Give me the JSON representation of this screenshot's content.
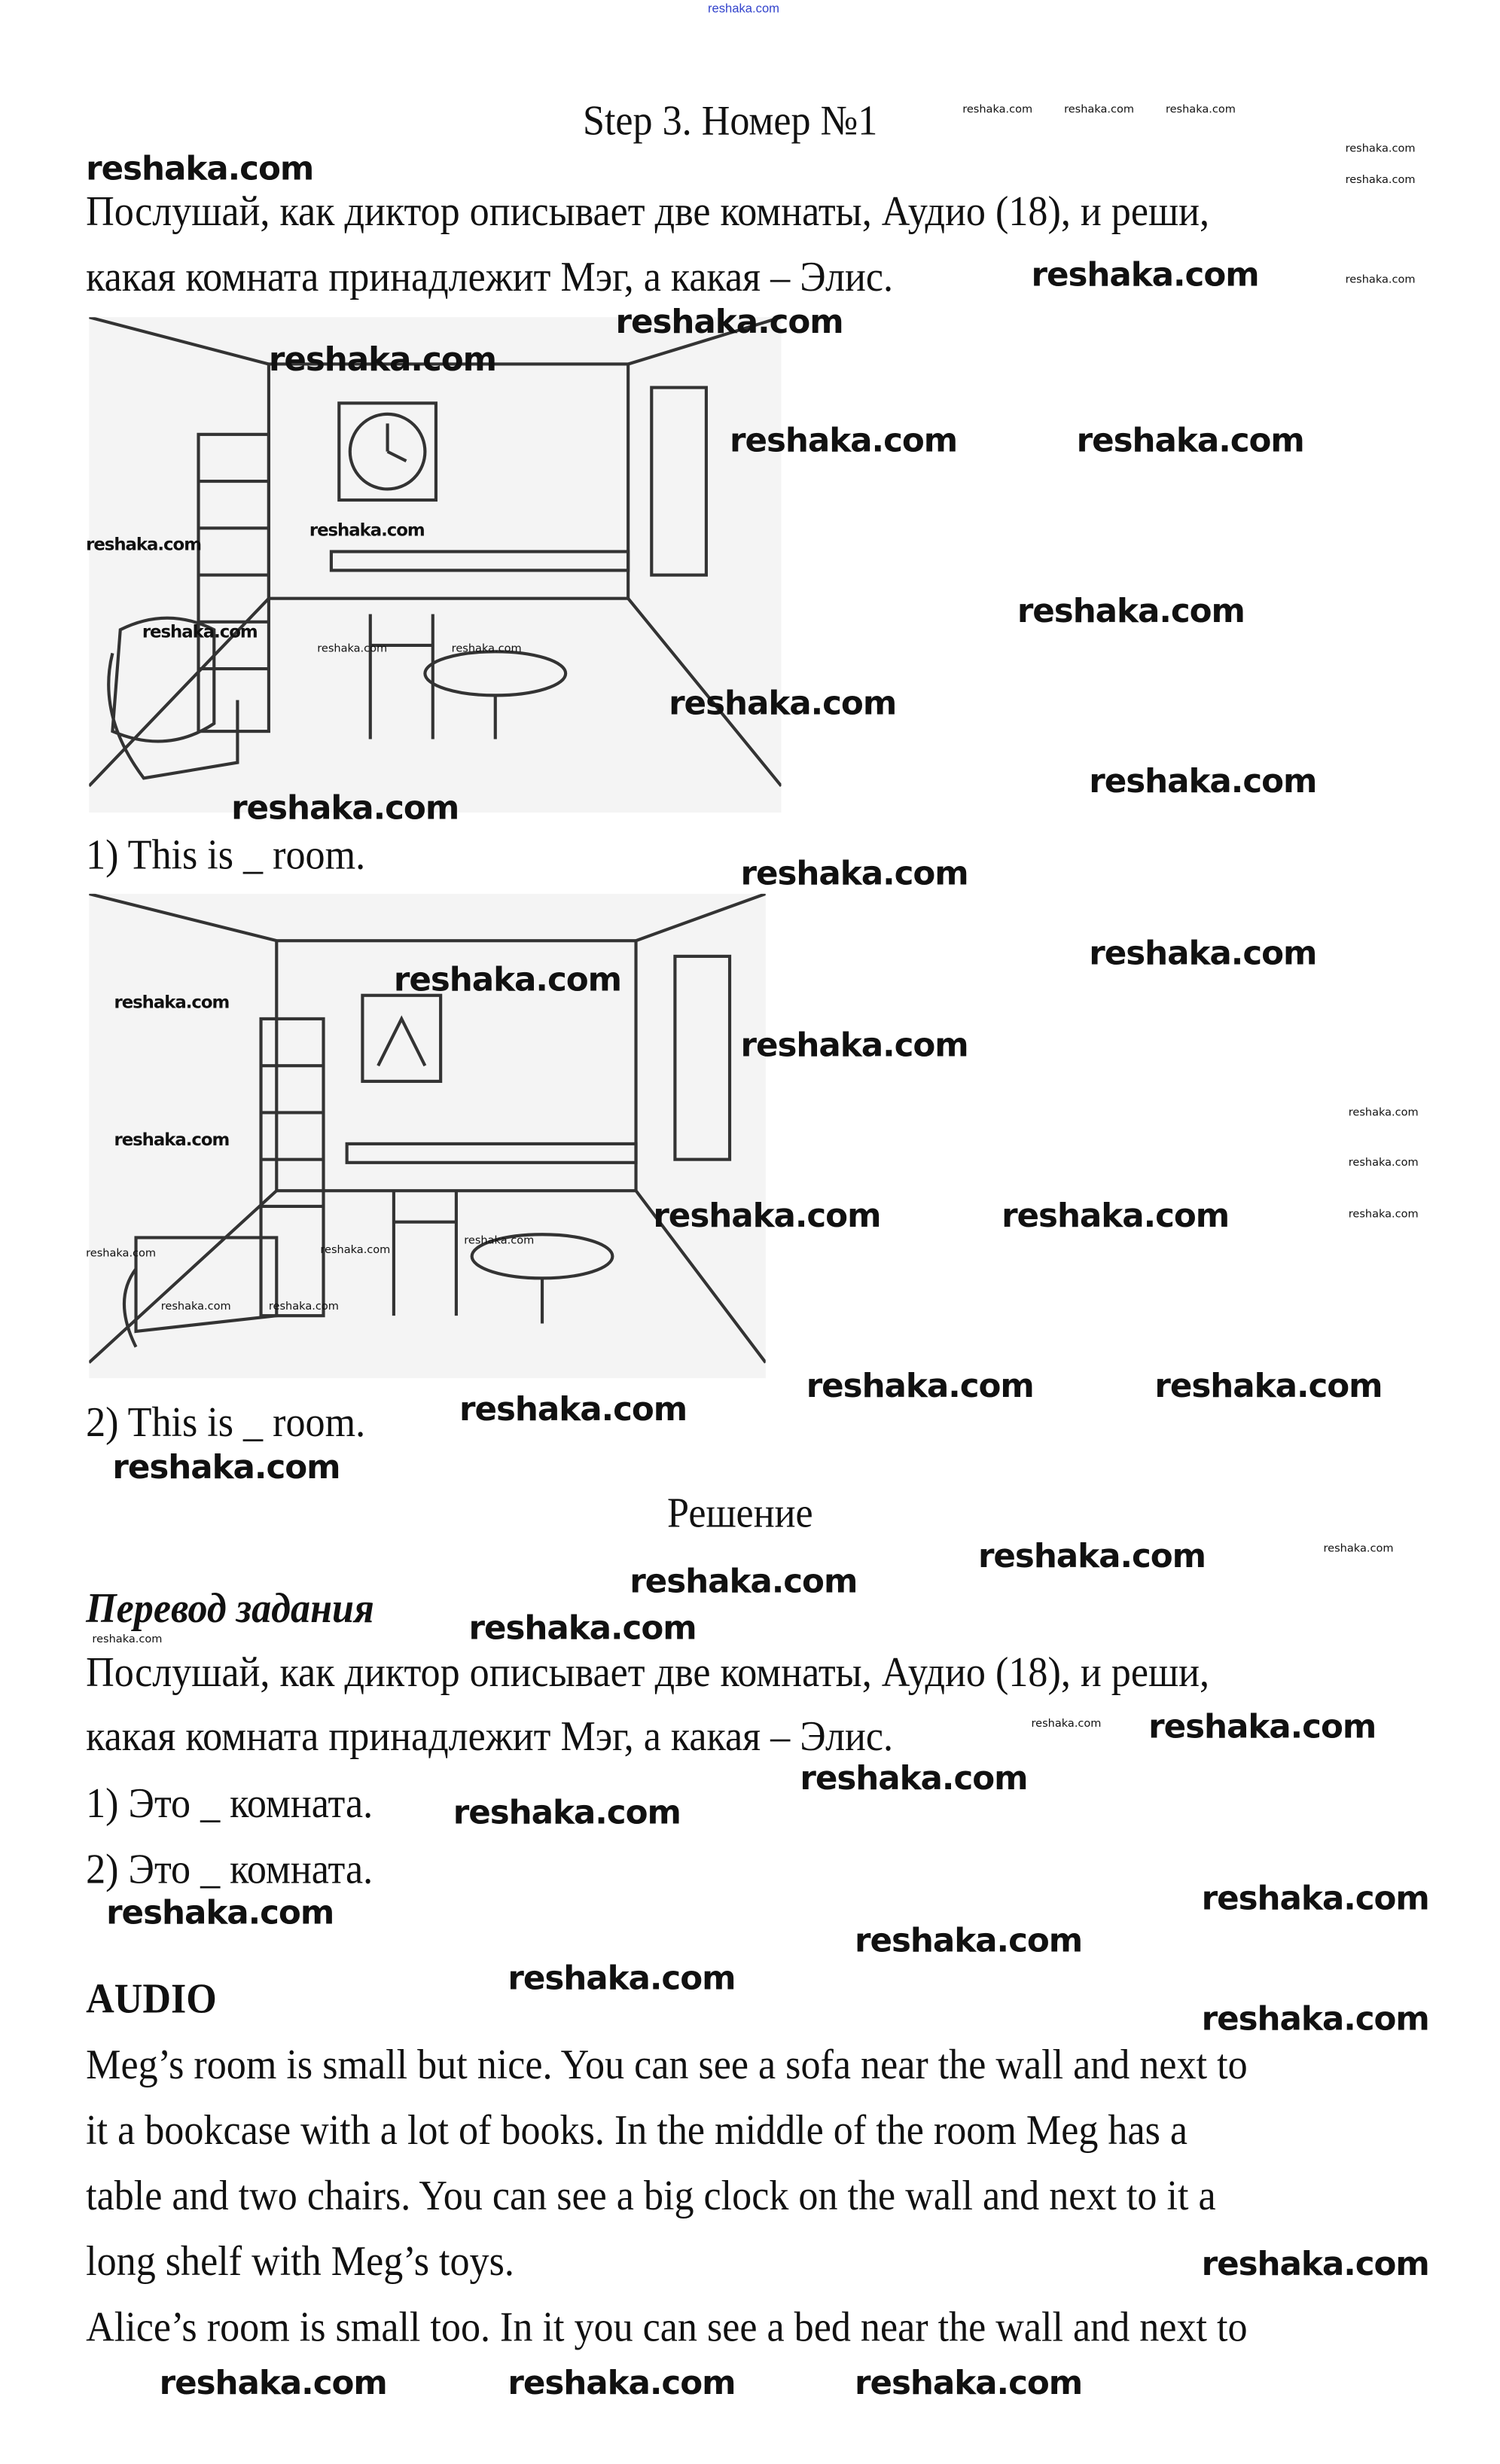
{
  "watermark": "reshaka.com",
  "title": "Step 3. Номер №1",
  "task": {
    "line1": "Послушай, как диктор описывает две комнаты, Аудио (18), и реши,",
    "line2": "какая комната принадлежит Мэг, а какая – Элис."
  },
  "question1": "1) This is _ room.",
  "question2": "2) This is _ room.",
  "solution_heading": "Решение",
  "translation": {
    "heading": "Перевод задания",
    "line1": "Послушай, как диктор описывает две комнаты, Аудио (18), и реши,",
    "line2": "какая комната принадлежит Мэг, а какая – Элис.",
    "answer1": "1) Это _ комната.",
    "answer2": "2) Это _ комната."
  },
  "audio": {
    "heading": "AUDIO",
    "lines": [
      "Meg’s room is small but nice.  You can see a sofa near the wall and next to",
      "it a bookcase with a lot of books. In the middle of the room Meg has a",
      "table and two chairs.  You can see a big clock on the wall and next to it a",
      "long shelf with Meg’s toys.",
      "Alice’s room is small too. In it you can see a bed near the wall and next to"
    ]
  }
}
